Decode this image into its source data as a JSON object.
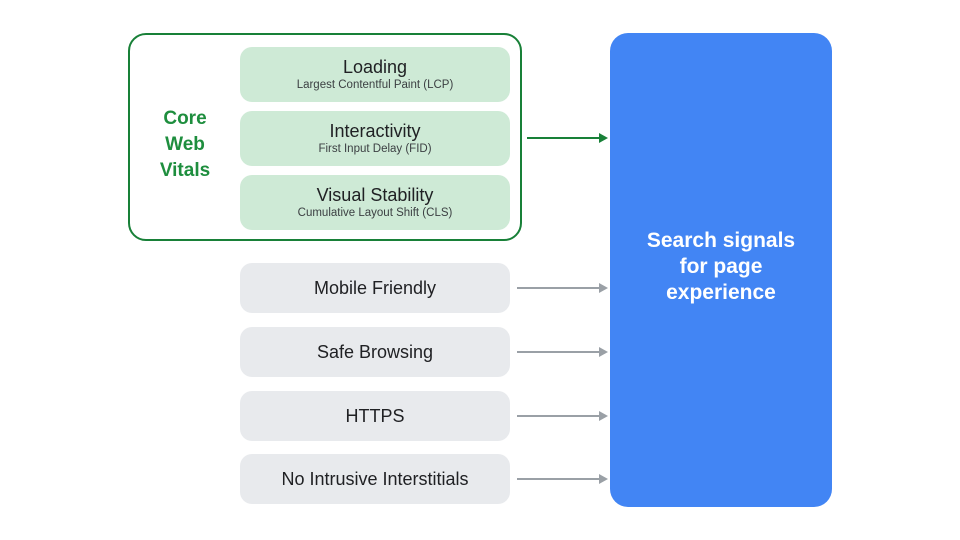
{
  "diagram": {
    "core_group": {
      "label": "Core Web Vitals",
      "items": [
        {
          "title": "Loading",
          "subtitle": "Largest Contentful Paint (LCP)"
        },
        {
          "title": "Interactivity",
          "subtitle": "First Input Delay (FID)"
        },
        {
          "title": "Visual Stability",
          "subtitle": "Cumulative Layout Shift (CLS)"
        }
      ]
    },
    "signals": [
      {
        "label": "Mobile Friendly"
      },
      {
        "label": "Safe Browsing"
      },
      {
        "label": "HTTPS"
      },
      {
        "label": "No Intrusive Interstitials"
      }
    ],
    "target": {
      "label": "Search signals for page experience"
    },
    "colors": {
      "green_border": "#188038",
      "green_text": "#1E8E3E",
      "light_green_fill": "#CEEAD6",
      "light_gray_fill": "#E8EAED",
      "arrow_gray": "#9AA0A6",
      "blue_fill": "#4285F4",
      "text_dark": "#202124",
      "text_white": "#FFFFFF"
    }
  }
}
